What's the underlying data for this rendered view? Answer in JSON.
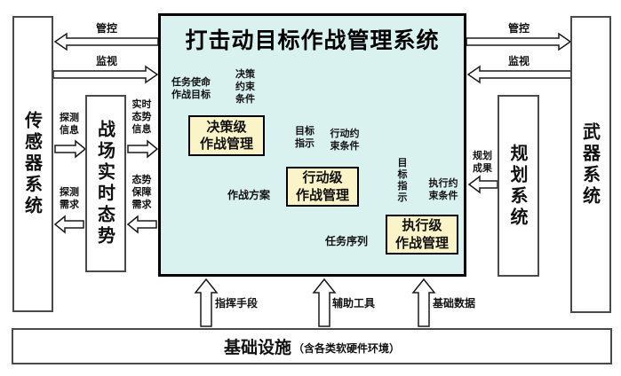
{
  "title": "打击动目标作战管理系统",
  "colors": {
    "main_bg": "#d9f1ef",
    "module_bg": "#fbf4c8"
  },
  "systems": {
    "sensor": "传感器系统",
    "battlefield": "战场实时态势",
    "planning": "规划系统",
    "weapon": "武器系统",
    "infrastructure": "基础设施",
    "infrastructure_note": "（含各类软硬件环境）"
  },
  "modules": {
    "decision": "决策级\n作战管理",
    "action": "行动级\n作战管理",
    "execution": "执行级\n作战管理"
  },
  "labels": {
    "ctrl_left": "管控",
    "monitor_left": "监视",
    "ctrl_right": "管控",
    "monitor_right": "监视",
    "detect_info": "探测\n信息",
    "detect_demand": "探测\n需求",
    "realtime_info": "实时\n态势\n信息",
    "support_demand": "态势\n保障\n需求",
    "planning_result": "规划\n成果",
    "mission_goal": "任务使命\n作战目标",
    "decision_constraint": "决策\n约束\n条件",
    "target_indication_action": "目标\n指示",
    "action_constraint": "行动约\n束条件",
    "combat_plan": "作战方案",
    "task_sequence": "任务序列",
    "target_indication_exec": "目\n标\n指\n示",
    "exec_constraint": "执行约\n束条件",
    "command_means": "指挥手段",
    "aux_tools": "辅助工具",
    "base_data": "基础数据"
  }
}
